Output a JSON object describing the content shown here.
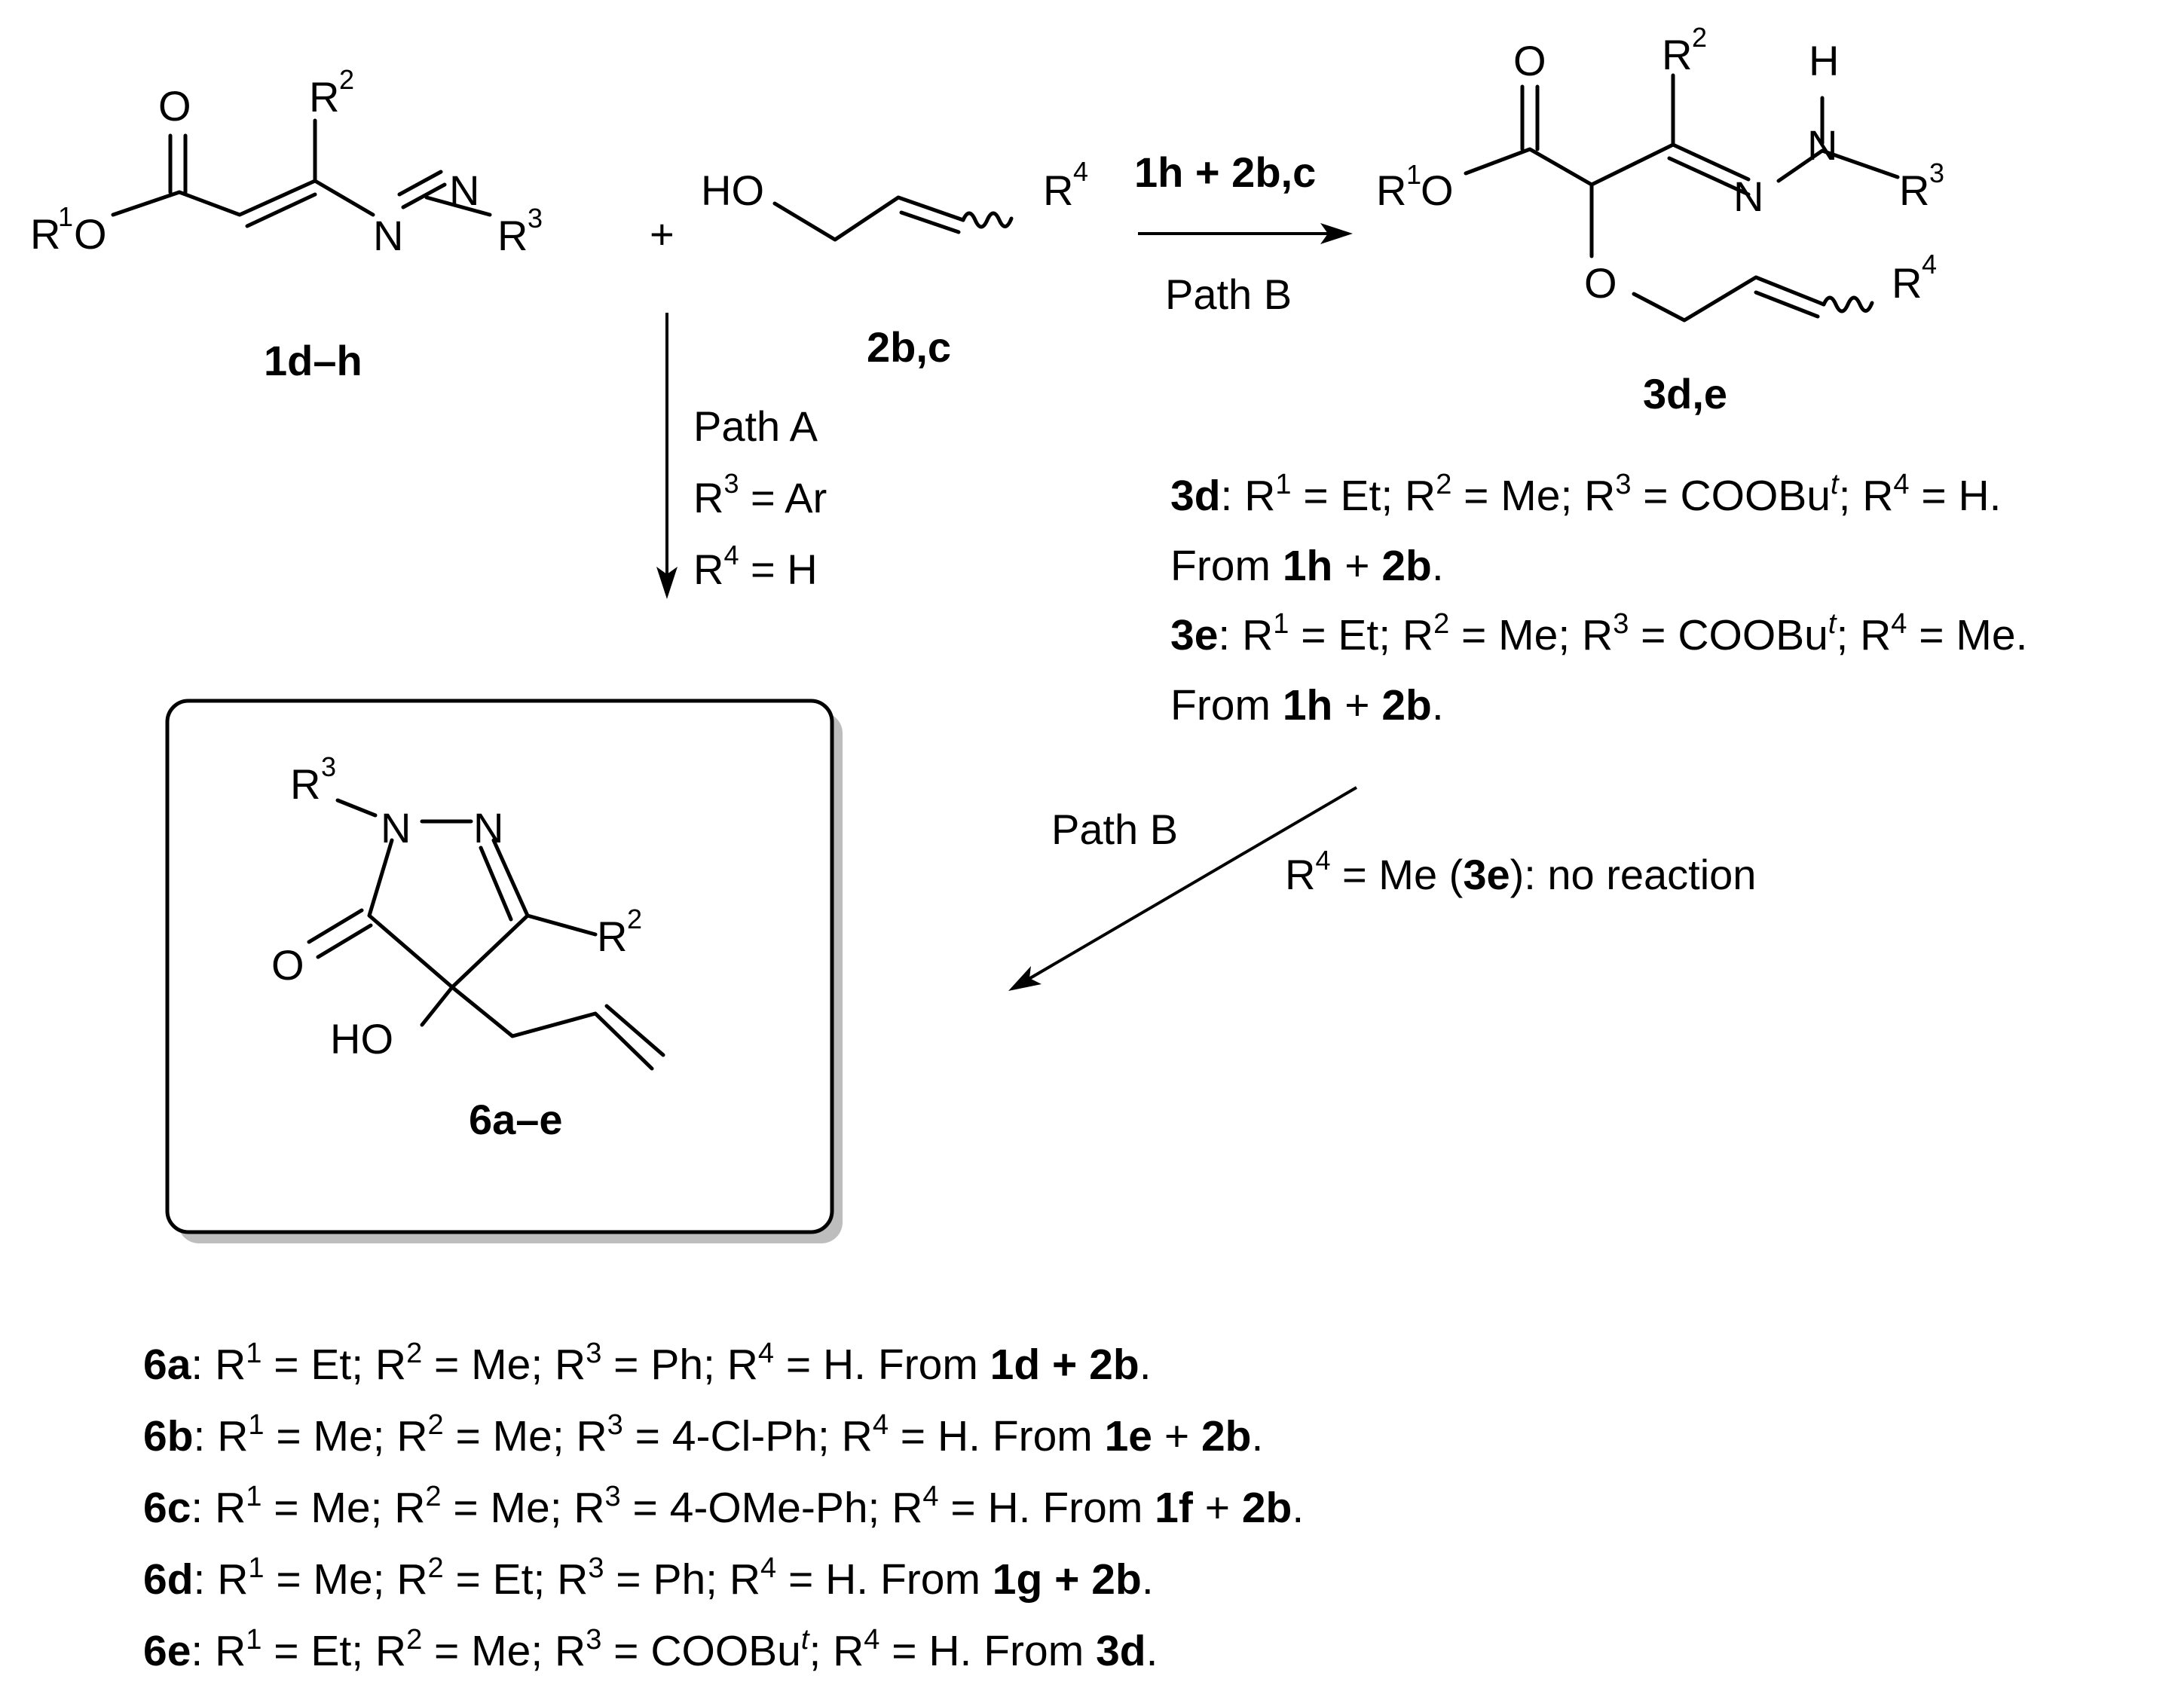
{
  "compounds": {
    "c1": "1d–h",
    "c2": "2b,c",
    "c3": "3d,e",
    "c6": "6a–e"
  },
  "atoms": {
    "O": "O",
    "N": "N",
    "H": "H",
    "HO": "HO",
    "R": "R",
    "s1": "1",
    "s2": "2",
    "s3": "3",
    "s4": "4",
    "plus": "+"
  },
  "arrows": {
    "pathB_top": {
      "above": "1h + 2b,c",
      "below": "Path B"
    },
    "pathA": {
      "line1": "Path A",
      "line2_pre": "R",
      "line2_sup": "3",
      "line2_post": " = Ar",
      "line3_pre": "R",
      "line3_sup": "4",
      "line3_post": " = H"
    },
    "pathB_diag": {
      "label": "Path B",
      "note_pre": "R",
      "note_sup": "4",
      "note_mid": " = Me (",
      "note_bold": "3e",
      "note_post": "): no reaction"
    }
  },
  "defs3": [
    {
      "id": "3d",
      "r1": "Et",
      "r2": "Me",
      "r3": "COOBu",
      "r3sup": "t",
      "r4": "H.",
      "from_a": "1h",
      "from_b": "2b"
    },
    {
      "id": "3e",
      "r1": "Et",
      "r2": "Me",
      "r3": "COOBu",
      "r3sup": "t",
      "r4": "Me.",
      "from_a": "1h",
      "from_b": "2b"
    }
  ],
  "defs6": [
    {
      "id": "6a",
      "r1": "Et",
      "r2": "Me",
      "r3": "Ph",
      "r4": "H. From",
      "from_a": "1d",
      "plus": " + ",
      "from_b": "2b"
    },
    {
      "id": "6b",
      "r1": "Me",
      "r2": "Me",
      "r3": "4-Cl-Ph",
      "r4": "H. From",
      "from_a": "1e",
      "plus": " + ",
      "from_b": "2b"
    },
    {
      "id": "6c",
      "r1": "Me",
      "r2": "Me",
      "r3": "4-OMe-Ph",
      "r4": "H. From",
      "from_a": "1f",
      "plus": " + ",
      "from_b": "2b"
    },
    {
      "id": "6d",
      "r1": "Me",
      "r2": "Et",
      "r3": "Ph",
      "r4": "H. From",
      "from_a": "1g",
      "plus": " + ",
      "from_b": "2b"
    },
    {
      "id": "6e",
      "r1": "Et",
      "r2": "Me",
      "r3": "COOBu",
      "r3sup": "t",
      "r4": "H. From",
      "from_a": "3d",
      "plus": "",
      "from_b": ""
    }
  ],
  "text": {
    "r1eq": "R",
    "eq": " = ",
    "sep": "; ",
    "from": "From ",
    "plus": " + ",
    "dot": "."
  }
}
